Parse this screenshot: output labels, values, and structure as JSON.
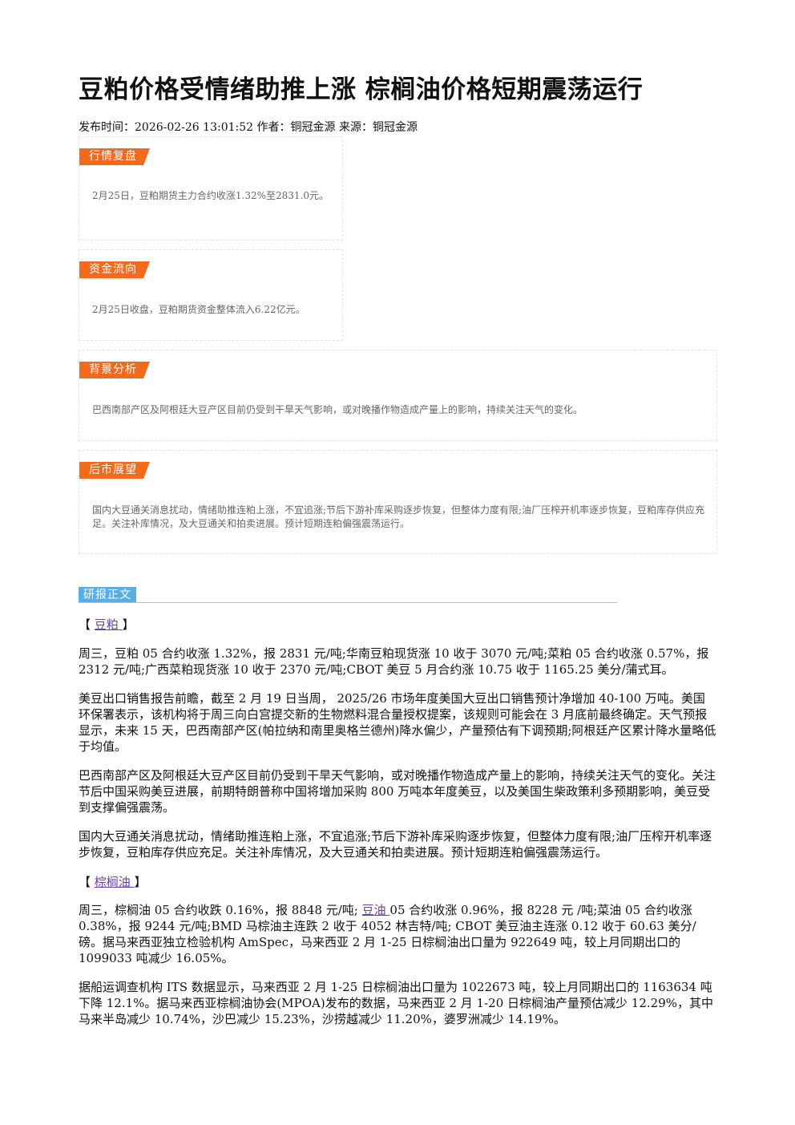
{
  "title": "豆粕价格受情绪助推上涨 棕榈油价格短期震荡运行",
  "meta": {
    "label_time": "发布时间：",
    "time": "2026-02-26 13:01:52",
    "label_author": " 作者：",
    "author": "铜冠金源",
    "label_source": " 来源：",
    "source": "铜冠金源"
  },
  "cards": {
    "market_review": {
      "tag": "行情复盘",
      "text": "2月25日，豆粕期货主力合约收涨1.32%至2831.0元。"
    },
    "fund_flow": {
      "tag": "资金流向",
      "text": "2月25日收盘，豆粕期货资金整体流入6.22亿元。"
    },
    "background": {
      "tag": "背景分析",
      "text": "巴西南部产区及阿根廷大豆产区目前仍受到干旱天气影响，或对晚播作物造成产量上的影响，持续关注天气的变化。"
    },
    "outlook": {
      "tag": "后市展望",
      "text": "国内大豆通关消息扰动，情绪助推连粕上涨，不宜追涨;节后下游补库采购逐步恢复，但整体力度有限;油厂压榨开机率逐步恢复，豆粕库存供应充足。关注补库情况，及大豆通关和拍卖进展。预计短期连粕偏强震荡运行。"
    }
  },
  "report": {
    "tag": "研报正文",
    "section1": {
      "open": "【 ",
      "name": "豆粕 ",
      "close": "】"
    },
    "p1": "周三，豆粕 05 合约收涨 1.32%，报 2831 元/吨;华南豆粕现货涨 10 收于 3070 元/吨;菜粕 05 合约收涨 0.57%，报 2312 元/吨;广西菜粕现货涨 10 收于 2370 元/吨;CBOT 美豆 5 月合约涨 10.75 收于 1165.25 美分/蒲式耳。",
    "p2": "美豆出口销售报告前瞻，截至 2 月 19 日当周， 2025/26 市场年度美国大豆出口销售预计净增加 40-100 万吨。美国环保署表示，该机构将于周三向白宫提交新的生物燃料混合量授权提案，该规则可能会在 3 月底前最终确定。天气预报显示，未来 15 天，巴西南部产区(帕拉纳和南里奥格兰德州)降水偏少，产量预估有下调预期;阿根廷产区累计降水量略低于均值。",
    "p3": "巴西南部产区及阿根廷大豆产区目前仍受到干旱天气影响，或对晚播作物造成产量上的影响，持续关注天气的变化。关注节后中国采购美豆进展，前期特朗普称中国将增加采购 800 万吨本年度美豆，以及美国生柴政策利多预期影响，美豆受到支撑偏强震荡。",
    "p4": "国内大豆通关消息扰动，情绪助推连粕上涨，不宜追涨;节后下游补库采购逐步恢复，但整体力度有限;油厂压榨开机率逐步恢复，豆粕库存供应充足。关注补库情况，及大豆通关和拍卖进展。预计短期连粕偏强震荡运行。",
    "section2": {
      "open": "【 ",
      "name": "棕榈油 ",
      "close": "】"
    },
    "p5_a": "周三，棕榈油 05 合约收跌 0.16%，报 8848 元/吨; ",
    "p5_link": "豆油 ",
    "p5_b": "05 合约收涨 0.96%，报 8228 元 /吨;菜油 05 合约收涨 0.38%，报 9244 元/吨;BMD 马棕油主连跌 2 收于 4052 林吉特/吨; CBOT 美豆油主连涨 0.12 收于 60.63 美分/磅。据马来西亚独立检验机构 AmSpec，马来西亚 2 月 1-25 日棕榈油出口量为 922649 吨，较上月同期出口的 1099033 吨减少 16.05%。",
    "p6": "据船运调查机构 ITS 数据显示，马来西亚 2 月 1-25 日棕榈油出口量为 1022673 吨，较上月同期出口的 1163634 吨下降 12.1%。据马来西亚棕榈油协会(MPOA)发布的数据，马来西亚 2 月 1-20 日棕榈油产量预估减少 12.29%，其中马来半岛减少 10.74%，沙巴减少 15.23%，沙捞越减少 11.20%，婆罗洲减少 14.19%。"
  }
}
